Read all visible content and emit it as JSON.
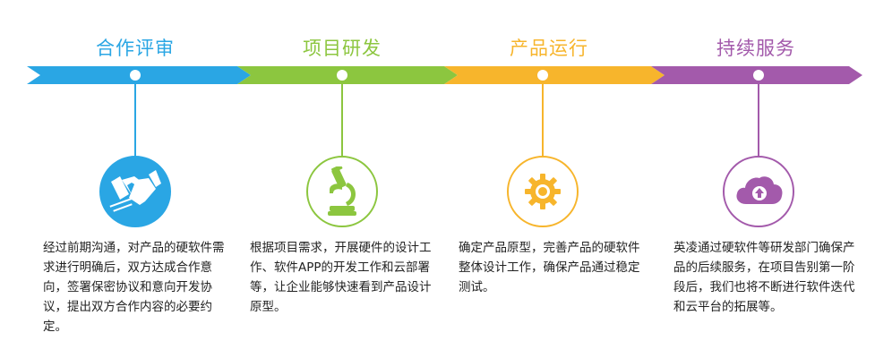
{
  "steps": [
    {
      "title": "合作评审",
      "color": "#2aa6e4",
      "icon": "handshake-icon",
      "description": "经过前期沟通，对产品的硬软件需求进行明确后，双方达成合作意向，签署保密协议和意向开发协议，提出双方合作内容的必要约定。"
    },
    {
      "title": "项目研发",
      "color": "#8cc63f",
      "icon": "microscope-icon",
      "description": "根据项目需求，开展硬件的设计工作、软件APP的开发工作和云部署等，让企业能够快速看到产品设计原型。"
    },
    {
      "title": "产品运行",
      "color": "#f7b52c",
      "icon": "gear-icon",
      "description": "确定产品原型，完善产品的硬软件整体设计工作，确保产品通过稳定测试。"
    },
    {
      "title": "持续服务",
      "color": "#a35aab",
      "icon": "cloud-upload-icon",
      "description": "英凌通过硬软件等研发部门确保产品的后续服务，在项目告别第一阶段后，我们也将不断进行软件迭代和云平台的拓展等。"
    }
  ]
}
